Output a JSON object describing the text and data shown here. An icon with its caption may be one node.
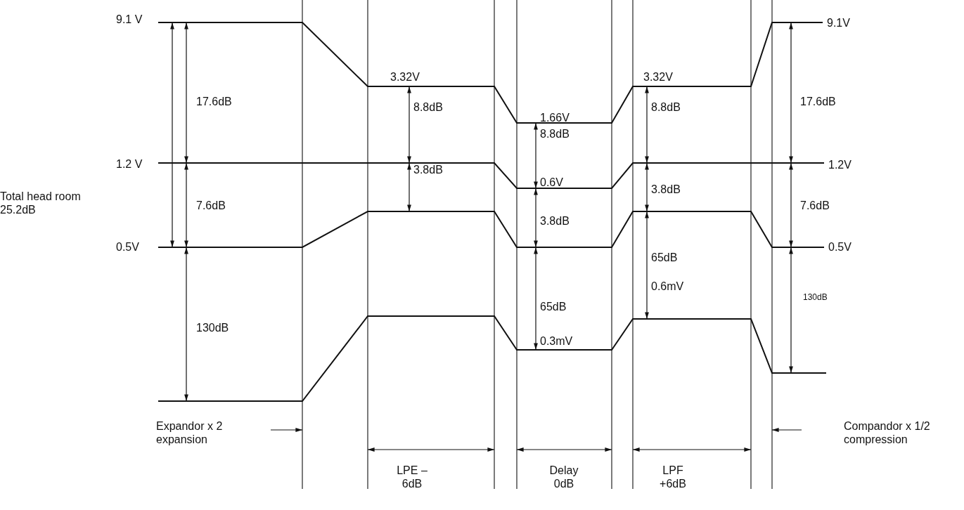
{
  "diagram": {
    "labels": [
      "9.1 V",
      "9.1V",
      "3.32V",
      "3.32V",
      "17.6dB",
      "8.8dB",
      "8.8dB",
      "17.6dB",
      "1.66V",
      "8.8dB",
      "1.2 V",
      "3.8dB",
      "1.2V",
      "0.6V",
      "3.8dB",
      "Total head room 25.2dB",
      "7.6dB",
      "7.6dB",
      "3.8dB",
      "0.5V",
      "0.5V",
      "65dB",
      "0.6mV",
      "130dB",
      "65dB",
      "130dB",
      "0.3mV",
      "Expandor x 2 expansion",
      "Compandor x 1/2 compression",
      "LPE –6dB",
      "Delay 0dB",
      "LPF +6dB"
    ]
  }
}
